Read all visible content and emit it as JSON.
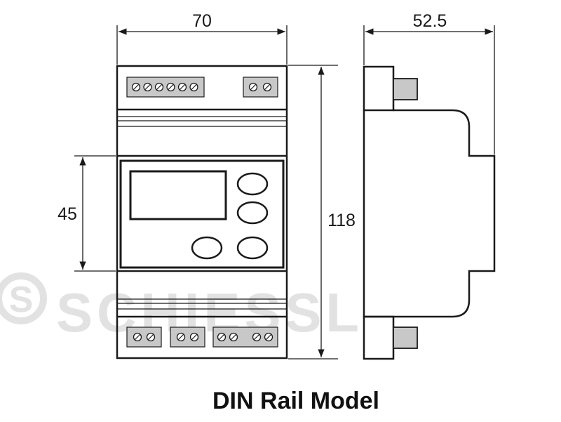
{
  "diagram": {
    "title": "DIN Rail Model",
    "dimensions": {
      "front_width": "70",
      "side_depth": "52.5",
      "front_height": "118",
      "display_height": "45"
    },
    "watermark": {
      "brand": "SCHIESSL",
      "logo_letter": "S"
    },
    "terminal_blocks": {
      "top": [
        6,
        2
      ],
      "bottom": [
        2,
        2,
        4
      ]
    },
    "colors": {
      "line": "#1a1a1a",
      "terminal_fill": "#c8c8c8",
      "watermark": "#e2e2e2"
    }
  }
}
